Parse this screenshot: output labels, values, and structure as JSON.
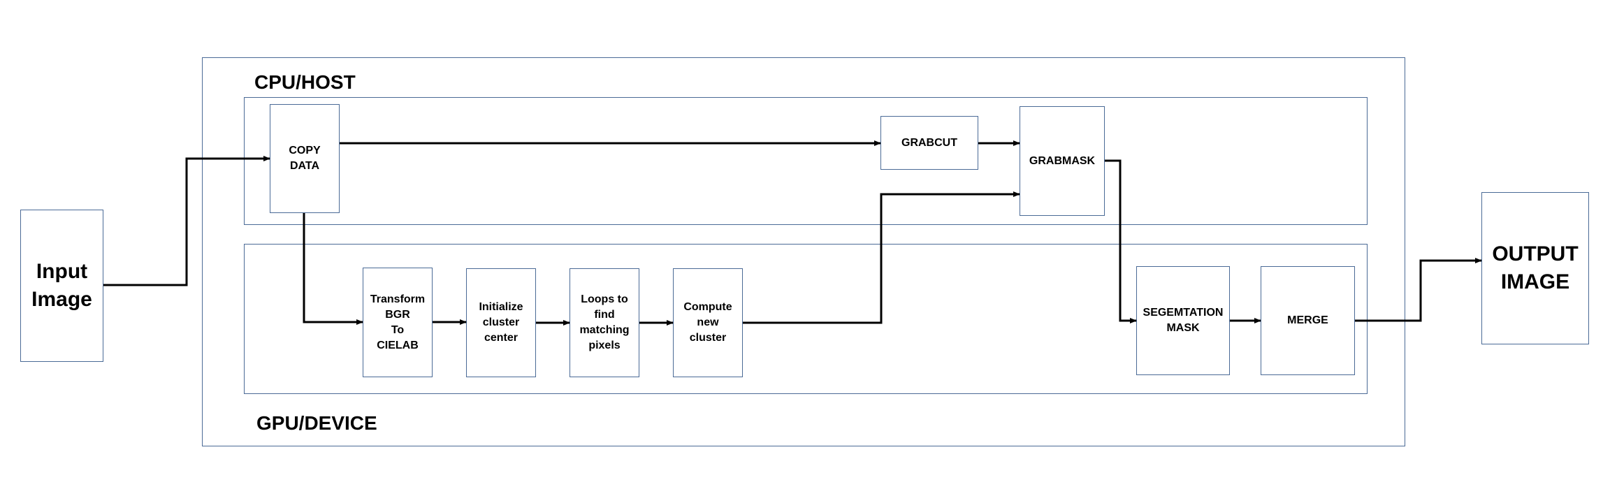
{
  "diagram": {
    "sections": {
      "host": "CPU/HOST",
      "device": "GPU/DEVICE"
    },
    "nodes": {
      "input": "Input\nImage",
      "copy": "COPY\nDATA",
      "grabcut": "GRABCUT",
      "grabmask": "GRABMASK",
      "transform": "Transform\nBGR\nTo\nCIELAB",
      "init": "Initialize\ncluster\ncenter",
      "loops": "Loops to\nfind\nmatching\npixels",
      "compute": "Compute\nnew\ncluster",
      "segmask": "SEGEMTATION\nMASK",
      "merge": "MERGE",
      "output": "OUTPUT\nIMAGE"
    },
    "colors": {
      "border": "#4a6a96",
      "arrow": "#000000"
    }
  }
}
